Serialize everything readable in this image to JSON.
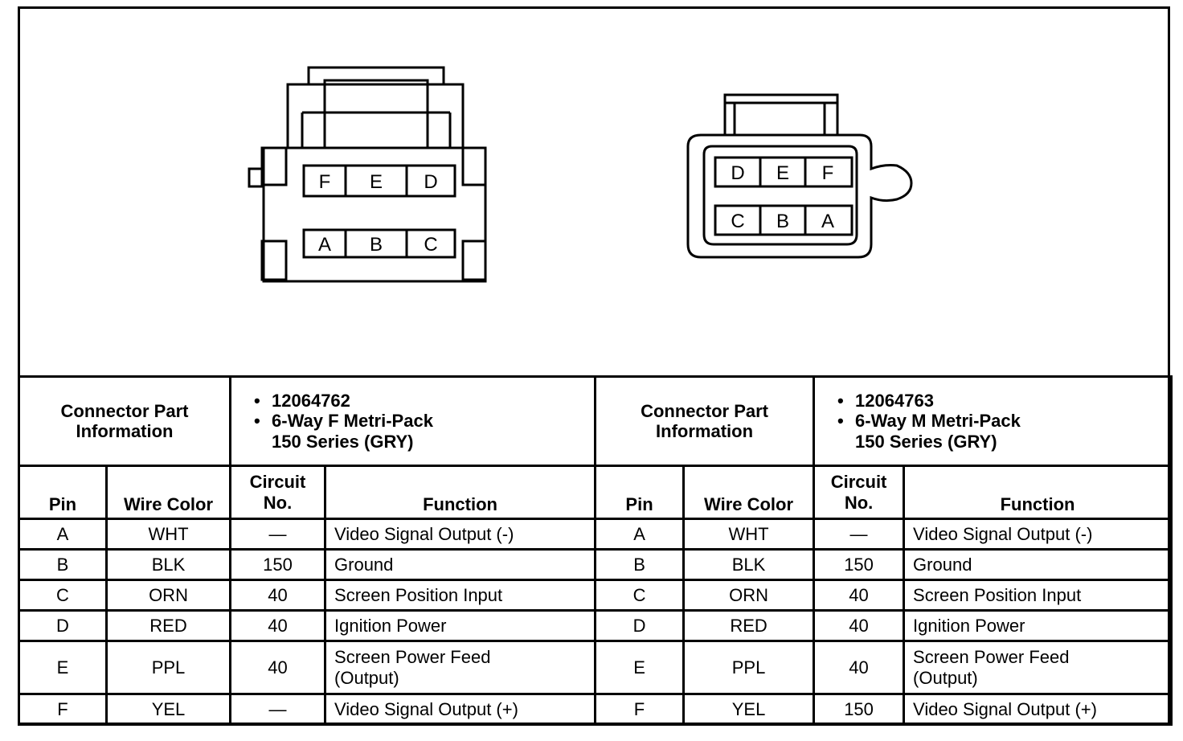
{
  "connectors": [
    {
      "label": "Connector Part Information",
      "part_number": "12064762",
      "description_line1": "6-Way F Metri-Pack",
      "description_line2": "150 Series (GRY)",
      "top_row_pins": [
        "F",
        "E",
        "D"
      ],
      "bottom_row_pins": [
        "A",
        "B",
        "C"
      ]
    },
    {
      "label": "Connector Part Information",
      "part_number": "12064763",
      "description_line1": "6-Way M Metri-Pack",
      "description_line2": "150 Series (GRY)",
      "top_row_pins": [
        "D",
        "E",
        "F"
      ],
      "bottom_row_pins": [
        "C",
        "B",
        "A"
      ]
    }
  ],
  "columns": {
    "pin": "Pin",
    "wire_color": "Wire Color",
    "circuit_line1": "Circuit",
    "circuit_line2": "No.",
    "function": "Function"
  },
  "rows": [
    {
      "left": {
        "pin": "A",
        "wire": "WHT",
        "circuit": "—",
        "function_line1": "Video Signal Output (-)",
        "function_line2": ""
      },
      "right": {
        "pin": "A",
        "wire": "WHT",
        "circuit": "—",
        "function_line1": "Video Signal Output (-)",
        "function_line2": ""
      }
    },
    {
      "left": {
        "pin": "B",
        "wire": "BLK",
        "circuit": "150",
        "function_line1": "Ground",
        "function_line2": ""
      },
      "right": {
        "pin": "B",
        "wire": "BLK",
        "circuit": "150",
        "function_line1": "Ground",
        "function_line2": ""
      }
    },
    {
      "left": {
        "pin": "C",
        "wire": "ORN",
        "circuit": "40",
        "function_line1": "Screen Position Input",
        "function_line2": ""
      },
      "right": {
        "pin": "C",
        "wire": "ORN",
        "circuit": "40",
        "function_line1": "Screen Position Input",
        "function_line2": ""
      }
    },
    {
      "left": {
        "pin": "D",
        "wire": "RED",
        "circuit": "40",
        "function_line1": "Ignition Power",
        "function_line2": ""
      },
      "right": {
        "pin": "D",
        "wire": "RED",
        "circuit": "40",
        "function_line1": "Ignition Power",
        "function_line2": ""
      }
    },
    {
      "left": {
        "pin": "E",
        "wire": "PPL",
        "circuit": "40",
        "function_line1": "Screen Power Feed",
        "function_line2": "(Output)"
      },
      "right": {
        "pin": "E",
        "wire": "PPL",
        "circuit": "40",
        "function_line1": "Screen Power Feed",
        "function_line2": "(Output)"
      }
    },
    {
      "left": {
        "pin": "F",
        "wire": "YEL",
        "circuit": "—",
        "function_line1": "Video Signal Output (+)",
        "function_line2": ""
      },
      "right": {
        "pin": "F",
        "wire": "YEL",
        "circuit": "150",
        "function_line1": "Video Signal Output (+)",
        "function_line2": ""
      }
    }
  ]
}
